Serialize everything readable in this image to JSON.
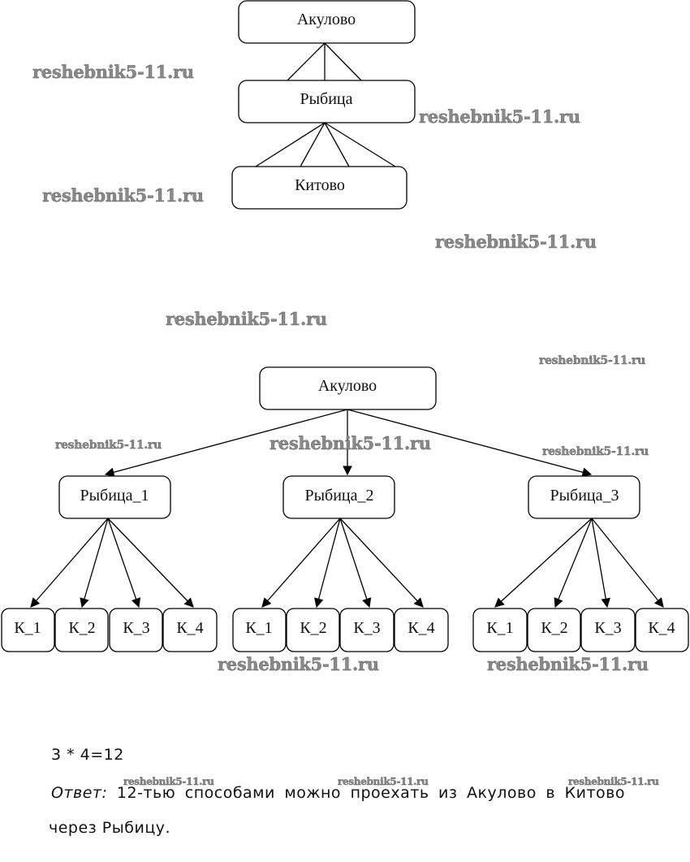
{
  "diagram_top": {
    "nodes": {
      "start": "Акулово",
      "middle": "Рыбица",
      "end": "Китово"
    },
    "edges_start_to_middle": 3,
    "edges_middle_to_end": 4
  },
  "diagram_tree": {
    "root": "Акулово",
    "branches": [
      {
        "label": "Рыбица_1",
        "leaves": [
          "К_1",
          "К_2",
          "К_3",
          "К_4"
        ]
      },
      {
        "label": "Рыбица_2",
        "leaves": [
          "К_1",
          "К_2",
          "К_3",
          "К_4"
        ]
      },
      {
        "label": "Рыбица_3",
        "leaves": [
          "К_1",
          "К_2",
          "К_3",
          "К_4"
        ]
      }
    ]
  },
  "solution": {
    "equation": "3 * 4=12",
    "answer_prefix": "Ответ:",
    "answer_line1": " 12-тью способами можно проехать из Акулово в Китово",
    "answer_line2": "через Рыбицу."
  },
  "watermarks": {
    "text": "reshebnik5-11.ru"
  }
}
